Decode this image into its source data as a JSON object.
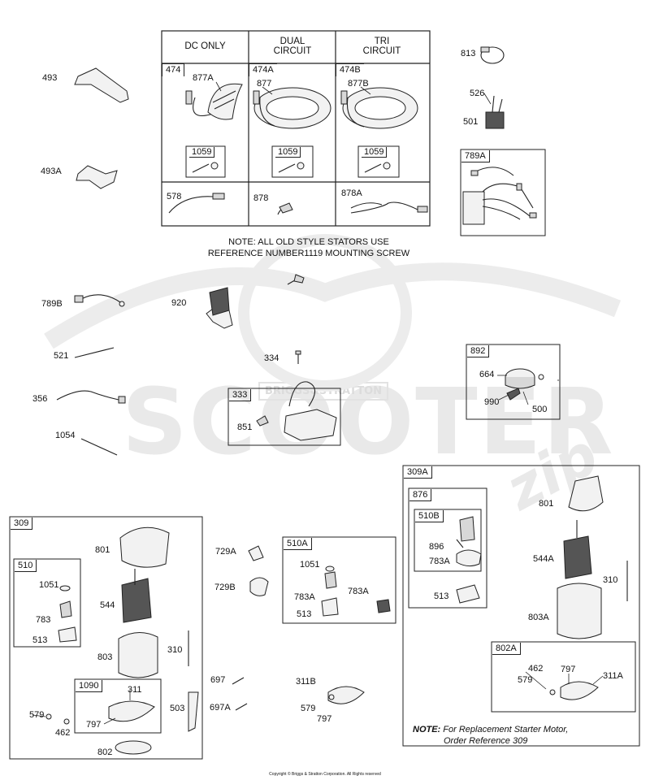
{
  "watermark": {
    "brand": "SCOOTER",
    "brand_suffix": "zip",
    "badge": "BRIGGS&STRATTON"
  },
  "stator_table": {
    "headers": [
      "DC ONLY",
      "DUAL CIRCUIT",
      "TRI CIRCUIT"
    ],
    "refs": [
      "474",
      "474A",
      "474B"
    ],
    "stator_parts": [
      "877A",
      "877",
      "877B"
    ],
    "screw_ref": "1059",
    "harness_parts": [
      "578",
      "878",
      "878A"
    ]
  },
  "note_top": {
    "line1": "NOTE: ALL OLD STYLE STATORS USE",
    "line2": "REFERENCE NUMBER1119  MOUNTING SCREW"
  },
  "labels": {
    "p493": "493",
    "p493a": "493A",
    "p813": "813",
    "p526": "526",
    "p501": "501",
    "p789a": "789A",
    "p789b": "789B",
    "p920": "920",
    "p521": "521",
    "p334": "334",
    "p356": "356",
    "p1054": "1054",
    "p333": "333",
    "p851": "851",
    "p892": "892",
    "p664": "664",
    "p990": "990",
    "p500": "500",
    "p309": "309",
    "p510": "510",
    "p1051": "1051",
    "p783": "783",
    "p513": "513",
    "p801": "801",
    "p544": "544",
    "p803": "803",
    "p310": "310",
    "p1090": "1090",
    "p311": "311",
    "p797": "797",
    "p579": "579",
    "p462": "462",
    "p802": "802",
    "p503": "503",
    "p729a": "729A",
    "p729b": "729B",
    "p697": "697",
    "p697a": "697A",
    "p510a": "510A",
    "p1051b": "1051",
    "p783a_l": "783A",
    "p783a_r": "783A",
    "p513b": "513",
    "p311b": "311B",
    "p579b": "579",
    "p797b": "797",
    "p309a": "309A",
    "p876": "876",
    "p510b": "510B",
    "p896": "896",
    "p783a_b": "783A",
    "p513c": "513",
    "p801b": "801",
    "p544a": "544A",
    "p310b": "310",
    "p803a": "803A",
    "p802a": "802A",
    "p462b": "462",
    "p797c": "797",
    "p579c": "579",
    "p311a": "311A"
  },
  "note_bottom": {
    "prefix": "NOTE:",
    "line1": " For Replacement Starter Motor,",
    "line2": "Order Reference 309"
  },
  "copyright": "Copyright © Briggs & Stratton Corporation. All Rights reserved"
}
